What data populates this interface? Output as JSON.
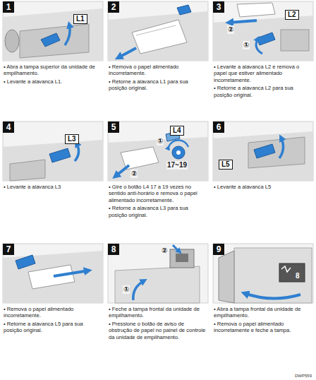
{
  "diagram": {
    "nodes": [
      {
        "text": [
          "1"
        ]
      },
      {
        "text": [
          "L1"
        ]
      },
      {
        "text": [
          "2"
        ]
      },
      {
        "text": [
          "3"
        ]
      },
      {
        "text": [
          "L2"
        ]
      },
      {
        "text": [
          "4"
        ]
      },
      {
        "text": [
          "L3"
        ]
      },
      {
        "text": [
          "5"
        ]
      },
      {
        "text": [
          "L4"
        ]
      },
      {
        "text": [
          "6"
        ]
      },
      {
        "text": [
          "L5"
        ]
      },
      {
        "text": [
          "7"
        ]
      },
      {
        "text": [
          "8"
        ]
      },
      {
        "text": [
          "9"
        ]
      }
    ],
    "labels": [
      "• Abra a tampa superior da unidade de empilhamento.",
      "• Levante a alavanca L1.",
      "• Remova o papel alimentado incorretamente.",
      "• Retorne a alavanca L1 para sua posição original.",
      "①",
      "②",
      "• Levante a alavanca L2 e remova o papel que estiver alimentado incorretamente.",
      "• Retorne a alavanca L2 para sua posição original.",
      "• Levante a alavanca L3",
      "①",
      "②",
      "17~19",
      "• Gire o botão L4 17 a 19 vezes no sentido anti-horário e remova o papel alimentado incorretamente.",
      "• Retorne a alavanca L3 para sua posição original.",
      "• Levante a alavanca L5",
      "• Remova o papel alimentado incorretamente.",
      "• Retorne a alavanca L5 para sua posição original.",
      "②",
      "①",
      "• Feche a tampa frontal da unidade de empilhamento.",
      "• Pressione o botão de aviso de obstrução de papel no painel de controle da unidade de empilhamento.",
      "8",
      "• Abra a tampa frontal da unidade de empilhamento.",
      "• Remova o papel alimentado incorretamente e feche a tampa.",
      "DWP559"
    ]
  }
}
